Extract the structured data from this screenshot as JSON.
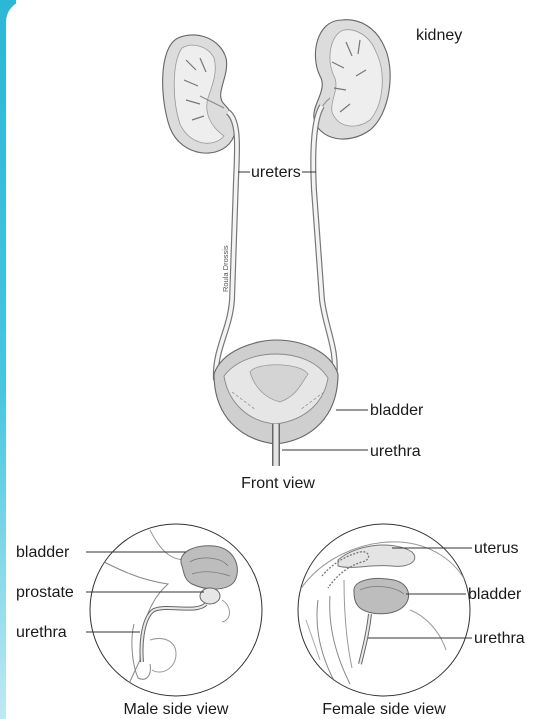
{
  "front_view": {
    "labels": {
      "kidney": "kidney",
      "ureters": "ureters",
      "bladder": "bladder",
      "urethra": "urethra"
    },
    "caption": "Front view",
    "credit": "Roula Drossis"
  },
  "male_side_view": {
    "labels": {
      "bladder": "bladder",
      "prostate": "prostate",
      "urethra": "urethra"
    },
    "caption": "Male side view"
  },
  "female_side_view": {
    "labels": {
      "uterus": "uterus",
      "bladder": "bladder",
      "urethra": "urethra"
    },
    "caption": "Female side view"
  },
  "colors": {
    "accent_bar": "#2bb7d6",
    "organ_fill": "#dcdcdc",
    "organ_dark": "#8a8a8a",
    "line": "#333333"
  }
}
